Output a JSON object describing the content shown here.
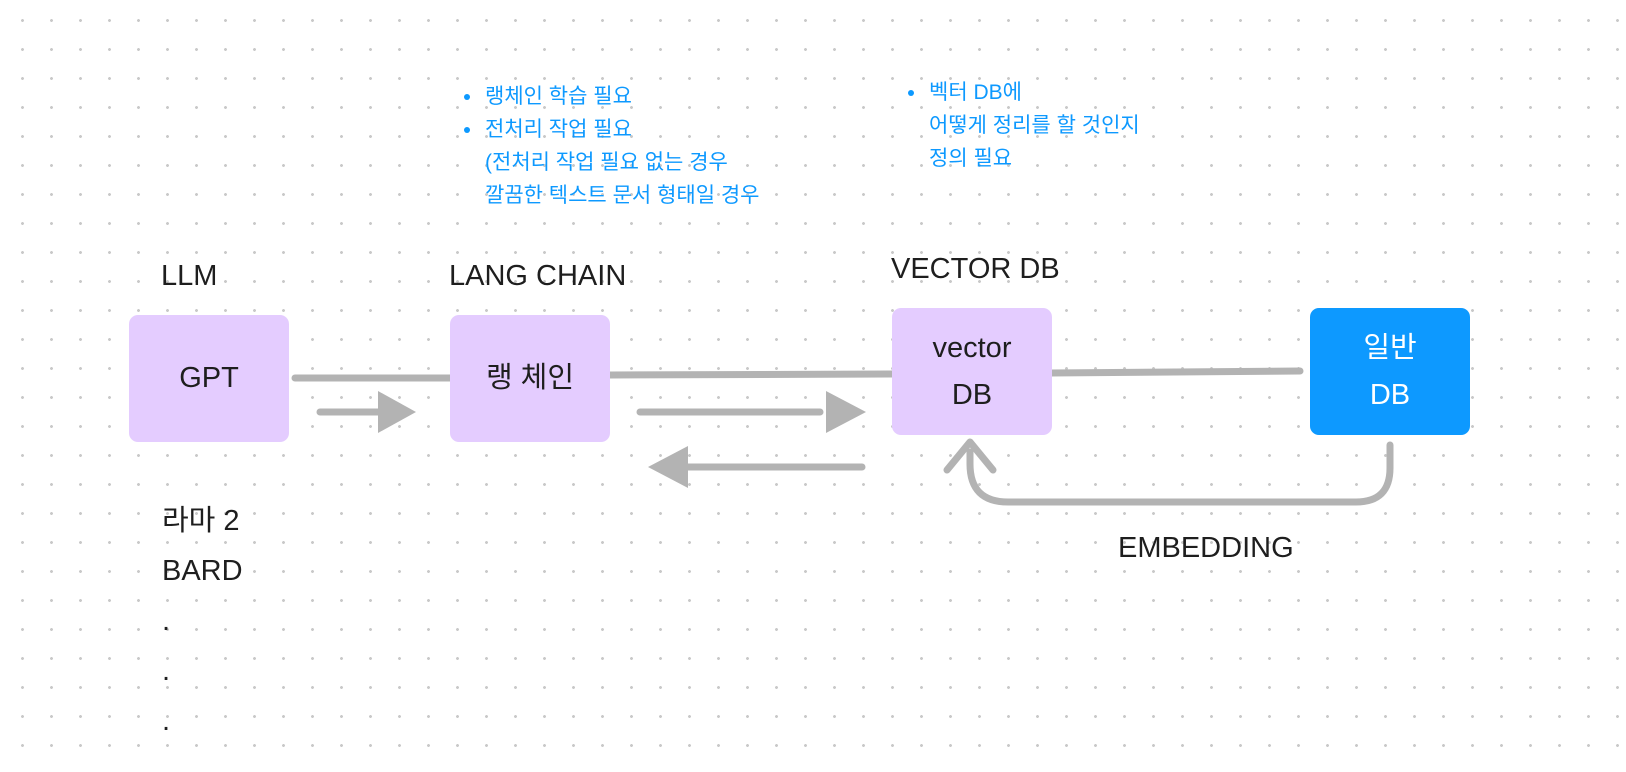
{
  "sections": {
    "llm": {
      "title": "LLM",
      "box_label": "GPT",
      "models": [
        "라마 2",
        "BARD",
        ".",
        ".",
        "."
      ]
    },
    "langchain": {
      "title": "LANG CHAIN",
      "box_label": "랭 체인"
    },
    "vectordb": {
      "title": "VECTOR DB",
      "box_label": "vector\nDB"
    },
    "general_db": {
      "box_label": "일반\nDB"
    }
  },
  "notes": {
    "langchain": [
      {
        "text": "랭체인 학습 필요",
        "bullet": true
      },
      {
        "text": "전처리 작업 필요",
        "bullet": true
      },
      {
        "text": "(전처리 작업 필요 없는 경우",
        "bullet": false
      },
      {
        "text": "깔끔한 텍스트 문서 형태일 경우",
        "bullet": false
      }
    ],
    "vectordb": [
      {
        "text": "벡터 DB에",
        "bullet": true
      },
      {
        "text": "어떻게 정리를 할 것인지",
        "bullet": false
      },
      {
        "text": "정의 필요",
        "bullet": false
      }
    ]
  },
  "edge_labels": {
    "embedding": "EMBEDDING"
  },
  "colors": {
    "box_purple": "#e4ccff",
    "box_blue": "#0d99ff",
    "note_text": "#0d99ff",
    "connector": "#b3b3b3"
  }
}
